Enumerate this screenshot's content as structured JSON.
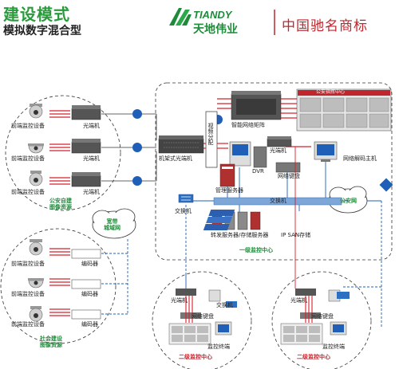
{
  "header": {
    "title": "建设模式",
    "subtitle": "模拟数字混合型",
    "brand_en": "TIANDY",
    "brand_cn": "天地伟业",
    "slogan": "中国驰名商标"
  },
  "labels": {
    "front_device": "前端监控设备",
    "optical": "光端机",
    "encoder": "编码器",
    "rack_optical": "机架式光端机",
    "video_dist": "视频分配",
    "matrix": "智能网络矩阵",
    "wall_title": "公安指挥中心",
    "dvr": "DVR",
    "keyboard": "网络键盘",
    "decoder_host": "网络解码主机",
    "mgmt_server": "管理服务器",
    "switch": "交换机",
    "media_server": "转发服务器/存储服务器",
    "ip_san": "IP SAN存储",
    "level1": "一级监控中心",
    "police_net": "公安网",
    "broadband": "宽带\n城域网",
    "police_res": "公安自建\n图像资源",
    "social_res": "社会建设\n图像资源",
    "level2": "二级监控中心",
    "monitor_terminal": "监控终端"
  },
  "colors": {
    "green": "#1f8b3a",
    "red": "#c0262e",
    "blue": "#1f5fb8"
  }
}
